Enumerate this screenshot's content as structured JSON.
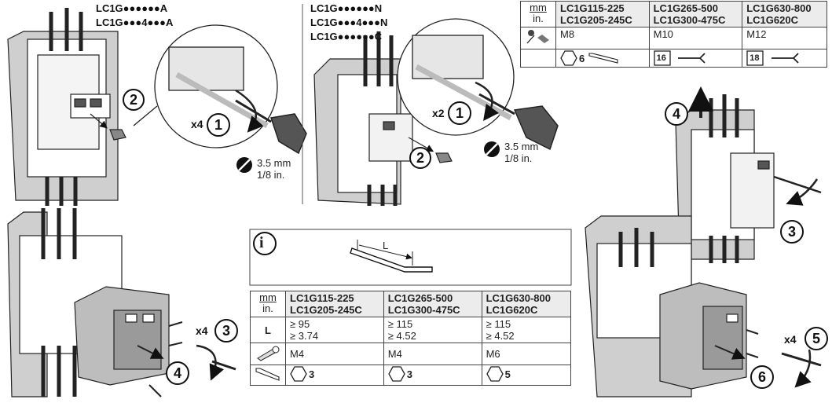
{
  "panel_a": {
    "refs": [
      "LC1G●●●●●●A",
      "LC1G●●●4●●●A"
    ],
    "screwdriver": {
      "mm": "3.5 mm",
      "in": "1/8 in."
    }
  },
  "panel_b": {
    "refs": [
      "LC1G●●●●●●N",
      "LC1G●●●4●●●N",
      "LC1G●●●●●●C"
    ],
    "screwdriver": {
      "mm": "3.5 mm",
      "in": "1/8 in."
    }
  },
  "steps": {
    "a1": {
      "num": "1",
      "mult": "x4"
    },
    "a2": {
      "num": "2"
    },
    "b1": {
      "num": "1",
      "mult": "x2"
    },
    "b2": {
      "num": "2"
    },
    "c3": {
      "num": "3",
      "mult": "x4"
    },
    "c4": {
      "num": "4"
    },
    "d3": {
      "num": "3"
    },
    "d4": {
      "num": "4"
    },
    "d5": {
      "num": "5",
      "mult": "x4"
    },
    "d6": {
      "num": "6"
    }
  },
  "info": {
    "icon": "i",
    "dim_label": "L"
  },
  "table_top": {
    "unit_mm": "mm",
    "unit_in": "in.",
    "headers": [
      [
        "LC1G115-225",
        "LC1G205-245C"
      ],
      [
        "LC1G265-500",
        "LC1G300-475C"
      ],
      [
        "LC1G630-800",
        "LC1G620C"
      ]
    ],
    "screw": [
      "M8",
      "M10",
      "M12"
    ],
    "tool": [
      "6",
      "16",
      "18"
    ]
  },
  "table_bottom": {
    "unit_mm": "mm",
    "unit_in": "in.",
    "headers": [
      [
        "LC1G115-225",
        "LC1G205-245C"
      ],
      [
        "LC1G265-500",
        "LC1G300-475C"
      ],
      [
        "LC1G630-800",
        "LC1G620C"
      ]
    ],
    "row_label": "L",
    "length": [
      [
        "≥ 95",
        "≥ 3.74"
      ],
      [
        "≥ 115",
        "≥ 4.52"
      ],
      [
        "≥ 115",
        "≥ 4.52"
      ]
    ],
    "screw": [
      "M4",
      "M4",
      "M6"
    ],
    "hex": [
      "3",
      "3",
      "5"
    ]
  }
}
